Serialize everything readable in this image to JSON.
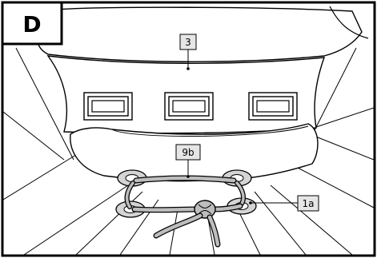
{
  "step_label": "D",
  "callouts": {
    "cushion": "3",
    "strap": "9b",
    "cord": "1a"
  },
  "colors": {
    "line": "#000000",
    "fill": "#ffffff",
    "label_box": "#e6e6e6",
    "cord": "#bdbdbd",
    "grommet": "#d4d4d4"
  }
}
